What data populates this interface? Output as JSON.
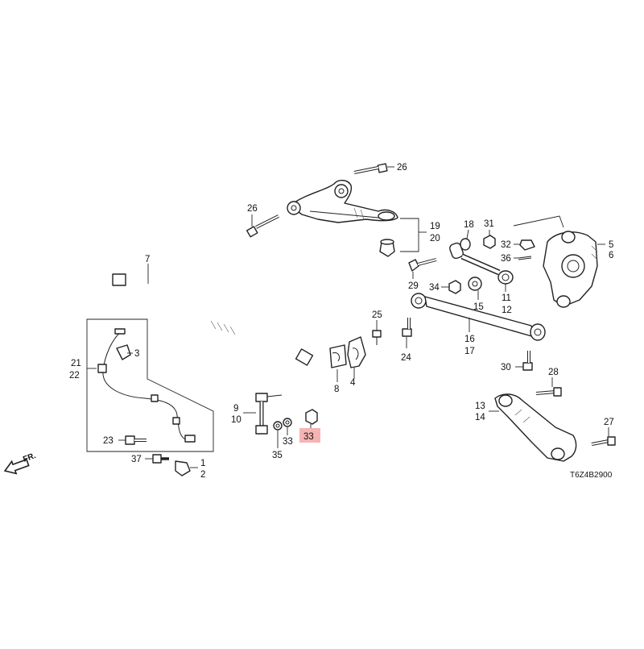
{
  "diagram": {
    "code": "T6Z4B2900",
    "front_arrow_label": "FR.",
    "highlighted_part": "33",
    "callouts": {
      "p1": "1",
      "p2": "2",
      "p3": "3",
      "p4": "4",
      "p5": "5",
      "p6": "6",
      "p7": "7",
      "p8": "8",
      "p9": "9",
      "p10": "10",
      "p11": "11",
      "p12": "12",
      "p13": "13",
      "p14": "14",
      "p15": "15",
      "p16": "16",
      "p17": "17",
      "p18": "18",
      "p19": "19",
      "p20": "20",
      "p21": "21",
      "p22": "22",
      "p23": "23",
      "p24": "24",
      "p25": "25",
      "p26a": "26",
      "p26b": "26",
      "p27": "27",
      "p28": "28",
      "p29": "29",
      "p30": "30",
      "p31": "31",
      "p32": "32",
      "p33a": "33",
      "p33b": "33",
      "p34": "34",
      "p35": "35",
      "p36": "36",
      "p37": "37"
    },
    "colors": {
      "highlight": "#f5b4b4",
      "line": "#222222"
    }
  }
}
